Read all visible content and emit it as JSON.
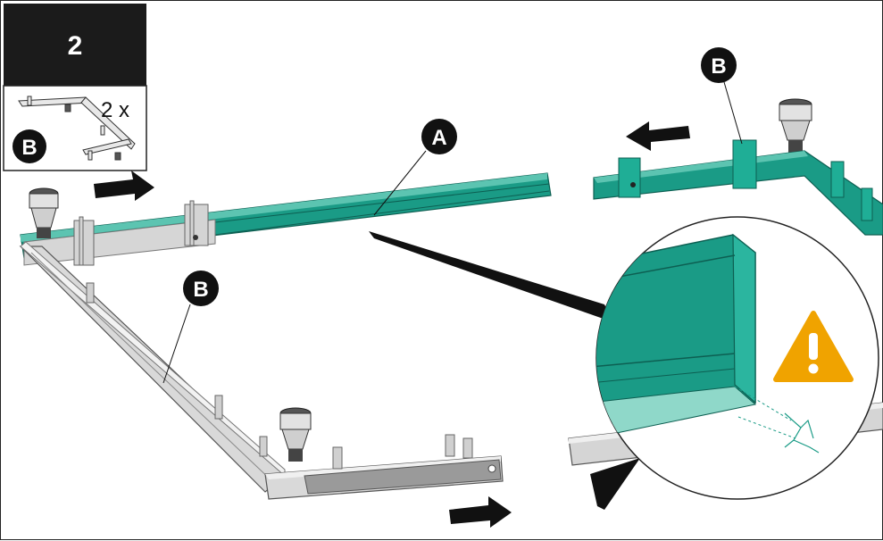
{
  "step": {
    "number": "2",
    "quantity": "2 x",
    "part_label": "B"
  },
  "callouts": {
    "top_rail": "A",
    "right_frame": "B",
    "left_frame": "B"
  },
  "colors": {
    "teal": "#1a9b86",
    "teal_dark": "#0f6f60",
    "grey": "#cfcfcf",
    "grey_dark": "#8e8e8e",
    "warning": "#f0a300",
    "black": "#111111"
  },
  "icons": [
    "warning-icon",
    "arrow-right-icon",
    "arrow-left-icon",
    "adjustable-foot-icon"
  ]
}
